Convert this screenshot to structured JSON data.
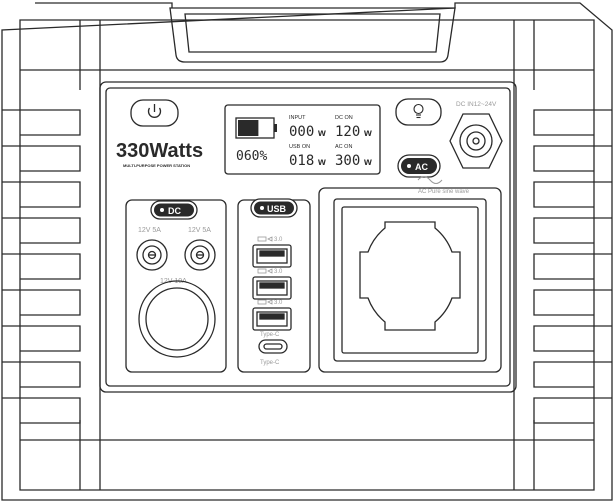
{
  "brand": {
    "wattage": "330Watts",
    "subtitle": "MULTI-PURPOSE POWER STATION"
  },
  "display": {
    "battery_percent": "060%",
    "input_label": "INPUT",
    "input_value": "000",
    "input_unit": "w",
    "dc_on_label": "DC ON",
    "dc_on_value": "120",
    "dc_on_unit": "w",
    "usb_on_label": "USB ON",
    "usb_on_value": "018",
    "usb_on_unit": "w",
    "ac_on_label": "AC ON",
    "ac_on_value": "300",
    "ac_on_unit": "w",
    "battery_level": 0.6
  },
  "dc_input": {
    "label": "DC IN12~24V"
  },
  "buttons": {
    "dc": "DC",
    "usb": "USB",
    "ac": "AC"
  },
  "dc_outputs": {
    "port1_label": "12V 5A",
    "port2_label": "12V 5A",
    "car_label": "12V 10A"
  },
  "usb_outputs": {
    "qc1": "3.0",
    "qc2": "3.0",
    "qc3": "3.0",
    "typec1": "Type-C",
    "typec2": "Type-C"
  },
  "ac_output": {
    "label": "AC Pure sine wave"
  },
  "colors": {
    "stroke": "#2a2a2a",
    "panel": "#ffffff",
    "faint": "#9a9a9a"
  }
}
